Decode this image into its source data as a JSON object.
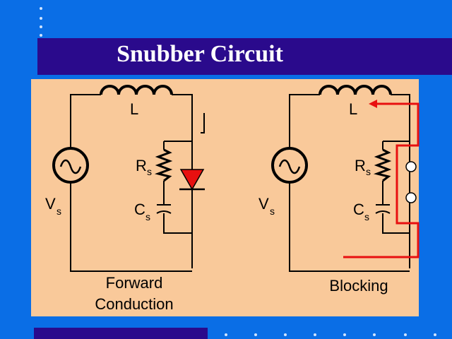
{
  "title": "Snubber Circuit",
  "labels": {
    "inductor": "L",
    "resistor": "R",
    "resistor_sub": "s",
    "capacitor": "C",
    "capacitor_sub": "s",
    "source": "V",
    "source_sub": "s"
  },
  "captions": {
    "forward_line1": "Forward",
    "forward_line2": "Conduction",
    "blocking": "Blocking"
  },
  "colors": {
    "background": "#0a6ee6",
    "title_band": "#2a0a8c",
    "panel": "#f9c99a",
    "diode": "#e81010",
    "current_path": "#e81010"
  },
  "icons": [
    "ac-source-icon",
    "inductor-icon",
    "resistor-icon",
    "capacitor-icon",
    "diode-icon",
    "arrow-down-icon",
    "open-switch-icon"
  ]
}
